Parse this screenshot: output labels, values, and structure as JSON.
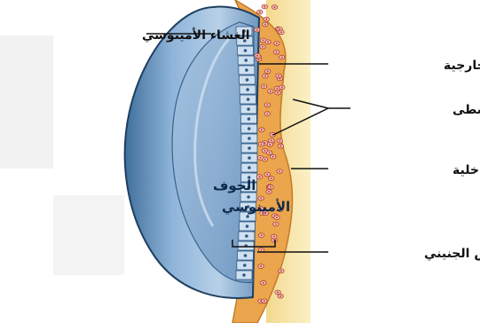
{
  "labels": {
    "amnion": "الغشاء الأمينوسي",
    "epiblast": "الوريقة الخارجية",
    "mesoderm": "الوريقة الوسطى",
    "hypoblast": "الوريقة الداخلية",
    "embryonic_disc": "القرص الجنيني",
    "amniotic_cavity_line1": "الجوف",
    "amniotic_cavity_line2": "الأمينوسي"
  },
  "colors": {
    "amnion_blue": "#7fa8cf",
    "amnion_dark": "#2f5a85",
    "mesoderm_orange": "#e8a24a",
    "yolk_yellow": "#f8e7a8",
    "cell_red": "#c0392b"
  }
}
